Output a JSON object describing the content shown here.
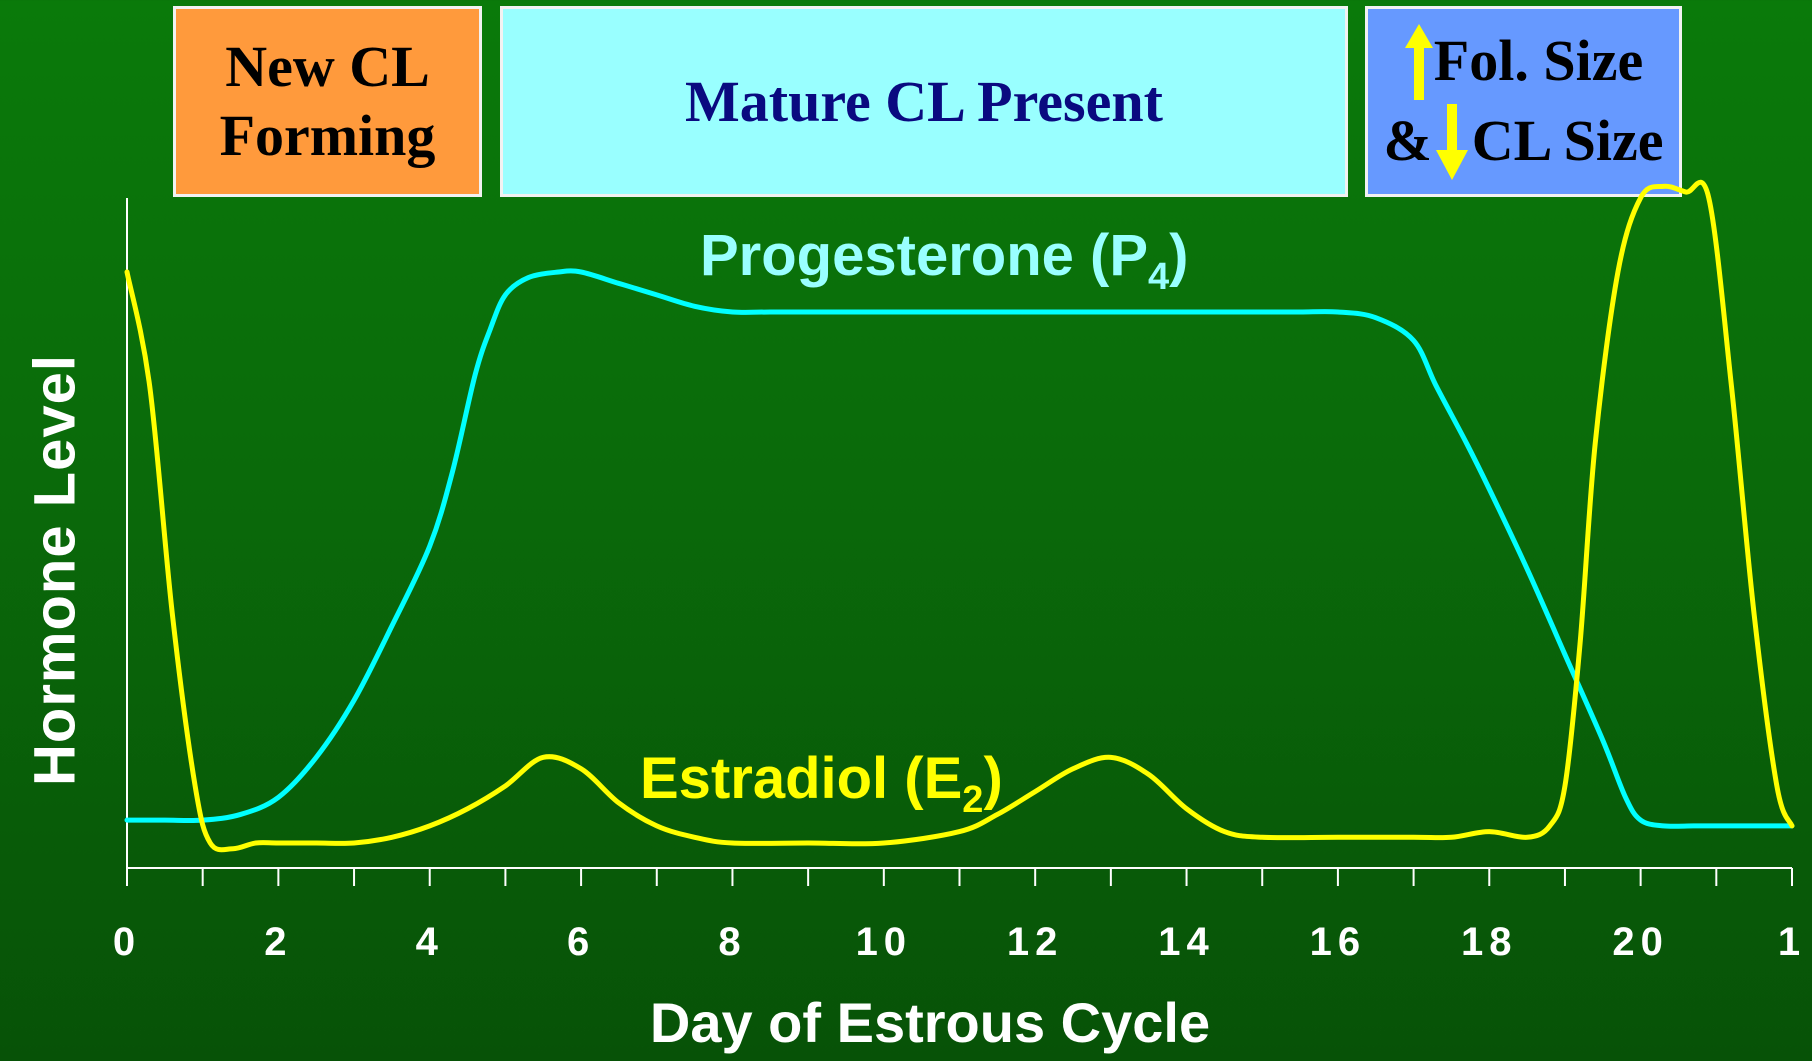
{
  "phase_boxes": {
    "new_cl": {
      "line1": "New CL",
      "line2": "Forming"
    },
    "mature_cl": {
      "label": "Mature CL Present"
    },
    "fol_size": {
      "line1": "Fol. Size",
      "line2_prefix": "&",
      "line2": "CL Size"
    }
  },
  "colors": {
    "progesterone": "#00ffff",
    "estradiol": "#ffff00",
    "axis": "#ffffff",
    "new_cl_box": "#ff9a3c",
    "mature_cl_box": "#99ffff",
    "fol_box": "#6699ff"
  },
  "chart_data": {
    "type": "line",
    "xlabel": "Day of Estrous Cycle",
    "ylabel": "Hormone Level",
    "xlim": [
      0,
      22
    ],
    "ylim": [
      0,
      100
    ],
    "x_ticks": [
      0,
      2,
      4,
      6,
      8,
      10,
      12,
      14,
      16,
      18,
      20,
      22
    ],
    "x_tick_labels": [
      "0",
      "2",
      "4",
      "6",
      "8",
      "10",
      "12",
      "14",
      "16",
      "18",
      "20",
      "1"
    ],
    "series": [
      {
        "name": "Progesterone",
        "subscript": "4",
        "name_prefix": "Progesterone (P",
        "name_suffix": ")",
        "x": [
          0,
          0.5,
          1.0,
          1.5,
          2.0,
          2.5,
          3.0,
          3.5,
          4.0,
          4.3,
          4.6,
          4.8,
          5.0,
          5.3,
          5.7,
          6.0,
          6.5,
          7.0,
          7.5,
          8.0,
          8.5,
          9.0,
          10.0,
          11.0,
          12.0,
          13.0,
          14.0,
          15.0,
          15.5,
          16.0,
          16.5,
          17.0,
          17.3,
          17.7,
          18.0,
          18.5,
          19.0,
          19.5,
          19.8,
          20.0,
          20.3,
          20.7,
          21.0,
          21.5,
          22.0
        ],
        "y": [
          4,
          4,
          4,
          5,
          8,
          15,
          25,
          38,
          52,
          65,
          82,
          90,
          96,
          99,
          100,
          100,
          98,
          96,
          94,
          93,
          93,
          93,
          93,
          93,
          93,
          93,
          93,
          93,
          93,
          93,
          92,
          88,
          80,
          70,
          62,
          48,
          33,
          18,
          8,
          4,
          3,
          3,
          3,
          3,
          3
        ]
      },
      {
        "name": "Estradiol",
        "subscript": "2",
        "name_prefix": "Estradiol (E",
        "name_suffix": ")",
        "x": [
          0,
          0.3,
          0.6,
          0.9,
          1.1,
          1.4,
          1.7,
          2.0,
          2.5,
          3.0,
          3.5,
          4.0,
          4.5,
          5.0,
          5.5,
          6.0,
          6.5,
          7.0,
          7.5,
          8.0,
          9.0,
          10.0,
          11.0,
          11.5,
          12.0,
          12.5,
          13.0,
          13.5,
          14.0,
          14.5,
          15.0,
          16.0,
          17.0,
          17.5,
          18.0,
          18.5,
          18.8,
          19.0,
          19.2,
          19.4,
          19.7,
          20.0,
          20.3,
          20.6,
          20.9,
          21.2,
          21.5,
          21.8,
          22.0
        ],
        "y": [
          100,
          80,
          40,
          10,
          0,
          -1,
          0,
          0,
          0,
          0,
          1,
          3,
          6,
          10,
          15,
          13,
          7,
          3,
          1,
          0,
          0,
          0,
          2,
          5,
          9,
          13,
          15,
          12,
          6,
          2,
          1,
          1,
          1,
          1,
          2,
          1,
          3,
          10,
          35,
          70,
          100,
          113,
          115,
          114,
          113,
          80,
          40,
          10,
          3
        ]
      }
    ]
  }
}
